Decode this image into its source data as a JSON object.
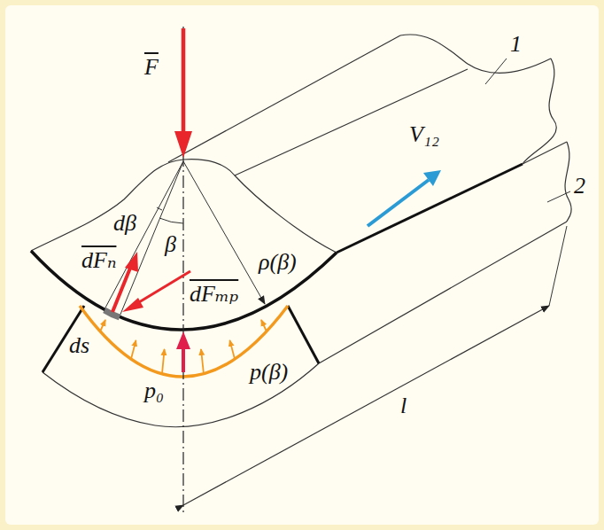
{
  "diagram": {
    "labels": [
      "F",
      "1",
      "V₁₂",
      "2",
      "dβ",
      "β",
      "dFₙ",
      "ρ(β)",
      "dFₘₚ",
      "ds",
      "p₀",
      "p(β)",
      "l"
    ]
  }
}
